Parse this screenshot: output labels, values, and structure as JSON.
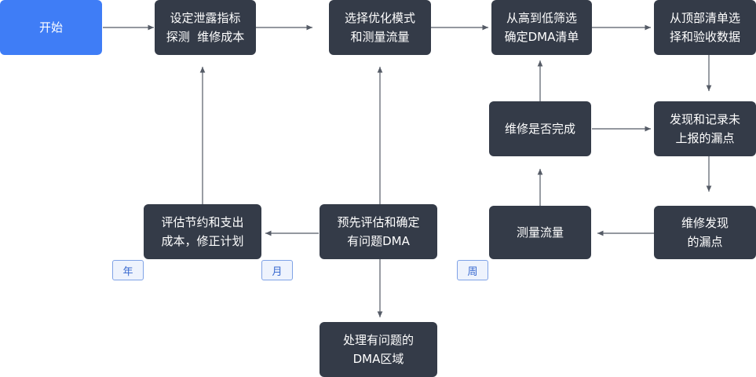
{
  "nodes": {
    "start": {
      "lines": [
        "开始"
      ]
    },
    "set_targets": {
      "lines": [
        "设定泄露指标",
        "探测  维修成本"
      ]
    },
    "select_mode": {
      "lines": [
        "选择优化模式",
        "和测量流量"
      ]
    },
    "filter_dma": {
      "lines": [
        "从高到低筛选",
        "确定DMA清单"
      ]
    },
    "select_verify": {
      "lines": [
        "从顶部清单选",
        "择和验收数据"
      ]
    },
    "repair_done": {
      "lines": [
        "维修是否完成"
      ]
    },
    "find_record": {
      "lines": [
        "发现和记录未",
        "上报的漏点"
      ]
    },
    "evaluate_cost": {
      "lines": [
        "评估节约和支出",
        "成本，修正计划"
      ]
    },
    "pre_evaluate": {
      "lines": [
        "预先评估和确定",
        "有问题DMA"
      ]
    },
    "measure_flow": {
      "lines": [
        "测量流量"
      ]
    },
    "repair_leaks": {
      "lines": [
        "维修发现",
        "的漏点"
      ]
    },
    "handle_dma": {
      "lines": [
        "处理有问题的",
        "DMA区域"
      ]
    }
  },
  "tags": {
    "year": "年",
    "month": "月",
    "week": "周"
  },
  "colors": {
    "node": "#343b48",
    "start": "#3f7df6",
    "tag_bg": "#eef3fd",
    "tag_border": "#7fa2e6",
    "tag_text": "#3567cf",
    "edge": "#555b66"
  }
}
